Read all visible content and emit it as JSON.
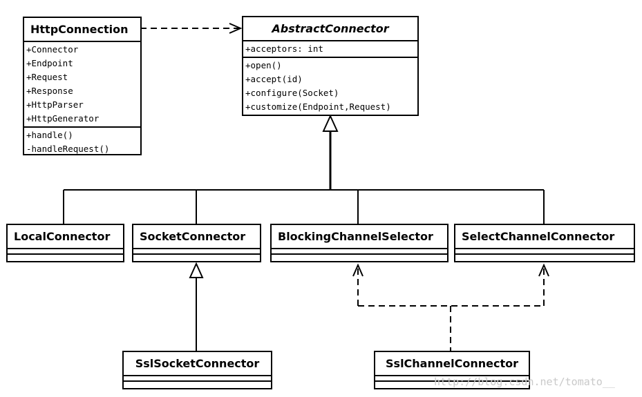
{
  "classes": {
    "http_connection": {
      "name": "HttpConnection",
      "fields": [
        "+Connector",
        "+Endpoint",
        "+Request",
        "+Response",
        "+HttpParser",
        "+HttpGenerator"
      ],
      "methods": [
        "+handle()",
        "-handleRequest()"
      ]
    },
    "abstract_connector": {
      "name": "AbstractConnector",
      "fields": [
        "+acceptors: int"
      ],
      "methods": [
        "+open()",
        "+accept(id)",
        "+configure(Socket)",
        "+customize(Endpoint,Request)"
      ]
    },
    "local_connector": {
      "name": "LocalConnector"
    },
    "socket_connector": {
      "name": "SocketConnector"
    },
    "blocking_channel_selector": {
      "name": "BlockingChannelSelector"
    },
    "select_channel_connector": {
      "name": "SelectChannelConnector"
    },
    "ssl_socket_connector": {
      "name": "SslSocketConnector"
    },
    "ssl_channel_connector": {
      "name": "SslChannelConnector"
    }
  },
  "watermark": "http://blog.csdn.net/tomato__"
}
